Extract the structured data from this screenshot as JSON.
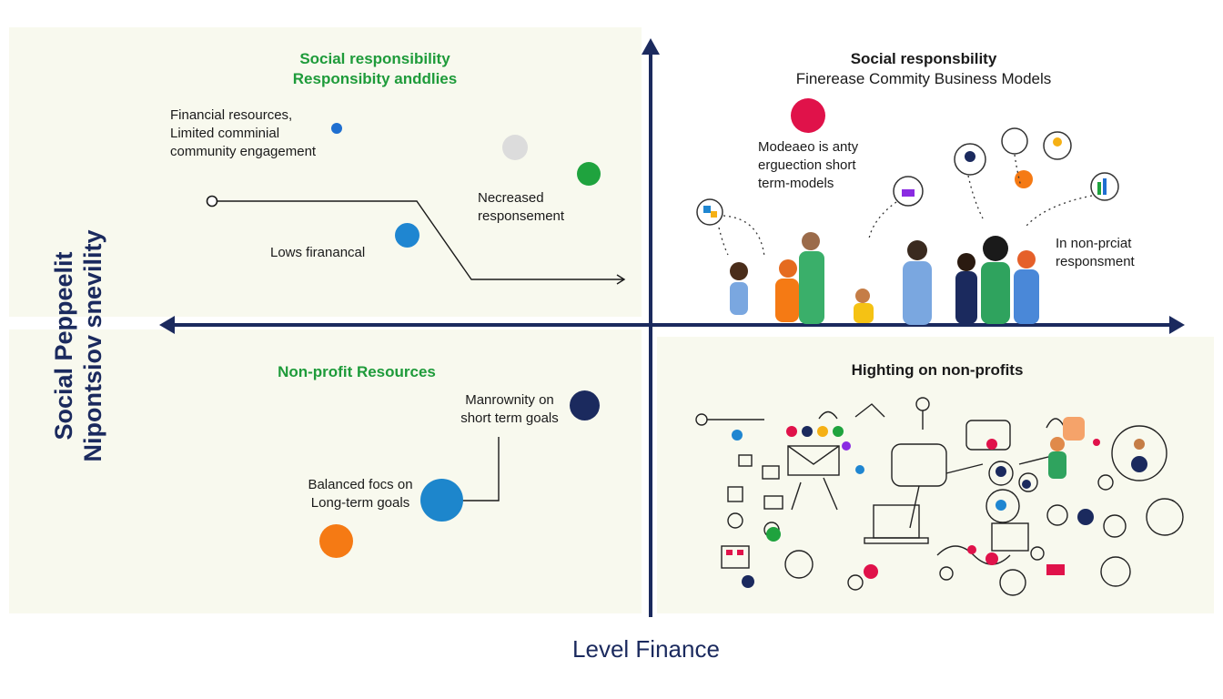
{
  "axes": {
    "x_label": "Level Finance",
    "y_label_line1": "Social Peppeelit",
    "y_label_line2": "Nipontsiov snevility"
  },
  "quadrants": {
    "top_left": {
      "heading_line1": "Social responsibility",
      "heading_line2": "Responsibity anddlies",
      "labels": [
        {
          "line1": "Financial resources,",
          "line2": "Limited comminial",
          "line3": "community engagement"
        },
        {
          "line1": "Necreased",
          "line2": "responsement"
        },
        {
          "line1": "Lows firanancal"
        }
      ]
    },
    "top_right": {
      "heading_line1": "Social responsbility",
      "heading_line2": "Finerease Commity Business Models",
      "labels": [
        {
          "line1": "Modeaeo is anty",
          "line2": "erguection short",
          "line3": "term-models"
        },
        {
          "line1": "In non-prciat",
          "line2": "responsment"
        }
      ]
    },
    "bottom_left": {
      "heading": "Non-profit Resources",
      "labels": [
        {
          "line1": "Manrownity on",
          "line2": "short term goals"
        },
        {
          "line1": "Balanced focs on",
          "line2": "Long-term goals"
        }
      ]
    },
    "bottom_right": {
      "heading": "Highting on non-profits"
    }
  },
  "colors": {
    "axis": "#1b2a5e",
    "green_heading": "#1e9b3a",
    "panel_bg": "#f8f9ee",
    "dot_blue_small": "#1f6fd0",
    "dot_grey": "#dcdcdc",
    "dot_green": "#1fa33e",
    "dot_blue_mid": "#1f86d1",
    "dot_red": "#e0124a",
    "dot_navy": "#1b2a5e",
    "dot_blue_large": "#1d86cc",
    "dot_orange": "#f57a14"
  },
  "icons": {
    "people_group": "people-group-illustration",
    "icon_cluster": "icon-cluster-illustration"
  }
}
